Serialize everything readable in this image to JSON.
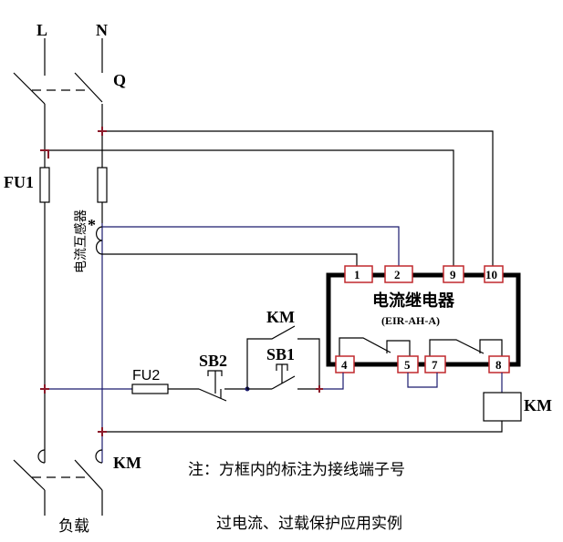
{
  "diagram": {
    "type": "electrical-schematic",
    "supply": {
      "line_label": "L",
      "neutral_label": "N",
      "main_switch_label": "Q"
    },
    "fuses": {
      "main_fuse_label": "FU1",
      "control_fuse_label": "FU2"
    },
    "current_transformer": {
      "label": "电流互感器",
      "polarity_mark": "*"
    },
    "relay": {
      "title": "电流继电器",
      "model": "(EIR-AH-A)",
      "terminals": {
        "t1": "1",
        "t2": "2",
        "t9": "9",
        "t10": "10",
        "t4": "4",
        "t5": "5",
        "t7": "7",
        "t8": "8"
      }
    },
    "buttons": {
      "stop_label": "SB2",
      "start_label": "SB1"
    },
    "contactor": {
      "aux_contact_label": "KM",
      "coil_label": "KM",
      "main_contact_label": "KM"
    },
    "load_label": "负载",
    "note": "注：方框内的标注为接线端子号",
    "caption": "过电流、过载保护应用实例"
  },
  "colors": {
    "wire": "#000000",
    "signal_wire": "#1a1a6e",
    "terminal_border": "#c0282d",
    "junction": "#8b1a2a"
  }
}
